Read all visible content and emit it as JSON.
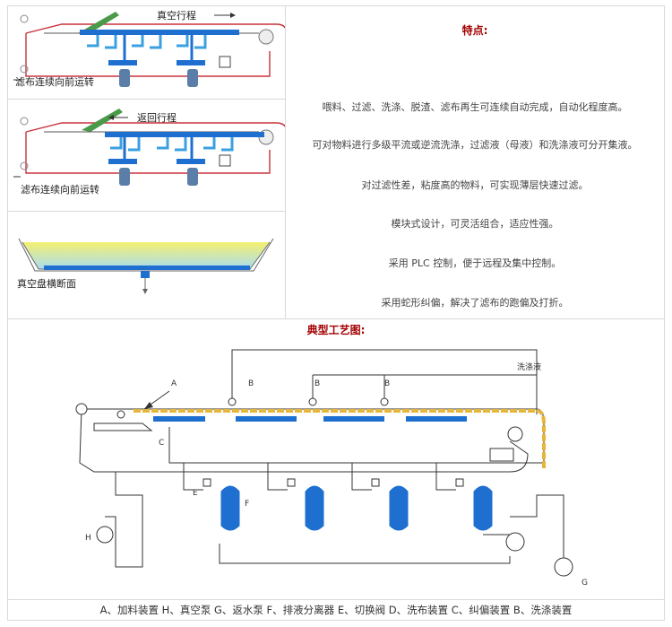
{
  "panel1": {
    "title": "真空行程",
    "caption": "滤布连续向前运转"
  },
  "panel2": {
    "title": "返回行程",
    "caption": "滤布连续向前运转"
  },
  "panel3": {
    "caption": "真空盘横断面"
  },
  "features": {
    "title": "特点:",
    "items": [
      "喂料、过滤、洗涤、脱渣、滤布再生可连续自动完成，自动化程度高。",
      "可对物料进行多级平流或逆流洗涤，过滤液（母液）和洗涤液可分开集液。",
      "对过滤性差，粘度高的物料，可实现薄层快速过滤。",
      "模块式设计，可灵活组合，适应性强。",
      "采用 PLC 控制，便于远程及集中控制。",
      "采用蛇形纠偏，解决了滤布的跑偏及打折。"
    ]
  },
  "process": {
    "title": "典型工艺图:",
    "labels": {
      "a": "A",
      "b1": "B",
      "b2": "B",
      "b3": "B",
      "c": "C",
      "e": "E",
      "f": "F",
      "h": "H",
      "g": "G",
      "wash": "洗涤液"
    }
  },
  "legend": "A、加料装置  H、真空泵  G、返水泵  F、排液分离器  E、切换阀  D、洗布装置  C、纠偏装置  B、洗涤装置",
  "colors": {
    "accent_red": "#a30000",
    "pipe_blue": "#1e6fd0",
    "belt_red": "#c8323c",
    "belt_yellow": "#e5b53c"
  }
}
